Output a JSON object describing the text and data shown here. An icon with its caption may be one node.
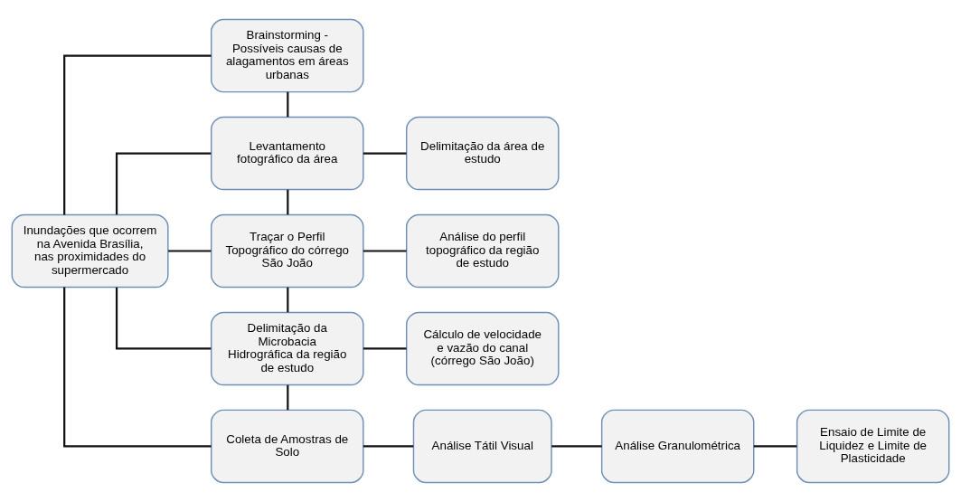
{
  "diagram": {
    "nodes": [
      {
        "text": [
          "Inundações que ocorrem na Avenida Brasília, nas proximidades do supermercado"
        ]
      },
      {
        "text": [
          "Brainstorming - Possíveis causas de alagamentos em áreas urbanas"
        ]
      },
      {
        "text": [
          "Levantamento fotográfico da área"
        ]
      },
      {
        "text": [
          "Delimitação da área de estudo"
        ]
      },
      {
        "text": [
          "Traçar o Perfil Topográfico do córrego São João"
        ]
      },
      {
        "text": [
          "Análise do perfil topográfico da região de estudo"
        ]
      },
      {
        "text": [
          "Delimitação da Microbacia Hidrográfica da região de estudo"
        ]
      },
      {
        "text": [
          "Cálculo de velocidade e vazão do canal (córrego São João)"
        ]
      },
      {
        "text": [
          "Coleta de Amostras de Solo"
        ]
      },
      {
        "text": [
          "Análise Tátil Visual"
        ]
      },
      {
        "text": [
          "Análise Granulométrica"
        ]
      },
      {
        "text": [
          "Ensaio de Limite de Liquidez e Limite de Plasticidade"
        ]
      }
    ],
    "edges": [
      {
        "from": 0,
        "to": 1,
        "arrow": "none"
      },
      {
        "from": 0,
        "to": 2,
        "arrow": "none"
      },
      {
        "from": 0,
        "to": 4,
        "arrow": "none"
      },
      {
        "from": 0,
        "to": 6,
        "arrow": "none"
      },
      {
        "from": 0,
        "to": 8,
        "arrow": "none"
      },
      {
        "from": 1,
        "to": 2,
        "arrow": "none"
      },
      {
        "from": 2,
        "to": 4,
        "arrow": "none"
      },
      {
        "from": 4,
        "to": 6,
        "arrow": "none"
      },
      {
        "from": 6,
        "to": 8,
        "arrow": "none"
      },
      {
        "from": 2,
        "to": 3,
        "arrow": "none"
      },
      {
        "from": 4,
        "to": 5,
        "arrow": "none"
      },
      {
        "from": 6,
        "to": 7,
        "arrow": "none"
      },
      {
        "from": 8,
        "to": 9,
        "arrow": "none"
      },
      {
        "from": 9,
        "to": 10,
        "arrow": "none"
      },
      {
        "from": 10,
        "to": 11,
        "arrow": "none"
      }
    ]
  }
}
